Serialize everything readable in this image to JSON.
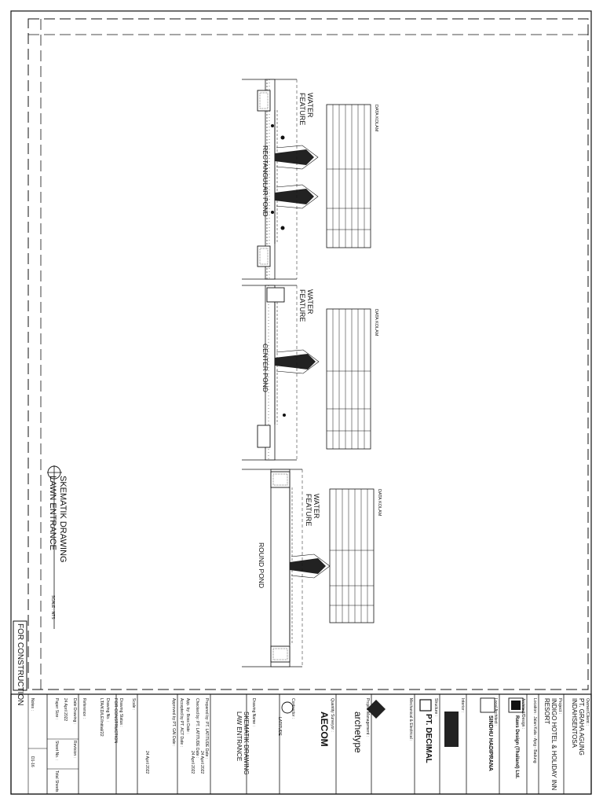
{
  "drawing": {
    "main_title": "SKEMATIK DRAWING",
    "sub_title": "LAWN ENTRANCE",
    "scale_note": "SCALE : NTS",
    "stamp": "FOR CONSTRUCTION"
  },
  "sections": [
    {
      "name": "RECTANGULAR POND",
      "feature": "WATER\nFEATURE",
      "legend_title": "DATA KOLAM"
    },
    {
      "name": "CENTER POND",
      "feature": "WATER\nFEATURE",
      "legend_title": "DATA KOLAM"
    },
    {
      "name": "ROUND POND",
      "feature": "WATER\nFEATURE",
      "legend_title": "DATA KOLAM"
    }
  ],
  "title_block": {
    "owner_label": "Owner/Client :",
    "owner": "PT. GRAHA AGUNG\nINDAHSENTOSA",
    "project_label": "Project :",
    "project": "INDIGO HOTEL & HOLIDAY INN\nRESORT",
    "location": "Location : Jalan Kuta - Ajeg - Badung",
    "architect_label": "Architect/Design :",
    "architect": "Raws Design (Thailand) Ltd.",
    "local_architect_label": "Local Architect :",
    "local_architect": "SINDHU HADIPRANA",
    "interior_label": "Interior :",
    "structure_label": "Structure :",
    "structure": "PT. DECIMAL",
    "mep_label": "Mechanical & Electrical :",
    "pm_label": "Project Management :",
    "pm": "archetype",
    "qs_label": "Quantity Surveyor :",
    "qs": "AECOM",
    "contractor_label": "Contractor :",
    "contractor": "LATITUDE",
    "drawing_name_label": "Drawing Name :",
    "drawing_name": "SKEMATIK DRAWING\nLAW ENTRANCE",
    "prepared_by": "Prepared by: PT. LATITUDE   Date :",
    "prepared_date": "24 April 2022",
    "checked_by": "Checked by: PT. LATITUDE   Date :",
    "checked_date": "24 April 2022",
    "app_by": "App. by: Boss   Date :",
    "accepted_by": "Accepted by PT. ACT   Date :",
    "approved_by": "Approved by PT. GAI   Date :",
    "approved_date": "24 April 2022",
    "scale_label": "Scale :",
    "drawing_status_label": "Drawing Status :",
    "drawing_status": "FOR CONSTRUCTION",
    "drawing_no_label": "Drawing No. :",
    "drawing_no": "LTA/KD/LE/Initial/22",
    "reference_label": "Reference :",
    "date_drawing_label": "Date Drawing :",
    "date_drawing": "24 April 2022",
    "paper_size_label": "Paper Size :",
    "sheet_no_label": "Sheet No. :",
    "revision_label": "Revision :",
    "total_sheets_label": "Total Sheets :",
    "notes_label": "Notes :",
    "rev_table_value": "D1-16"
  }
}
